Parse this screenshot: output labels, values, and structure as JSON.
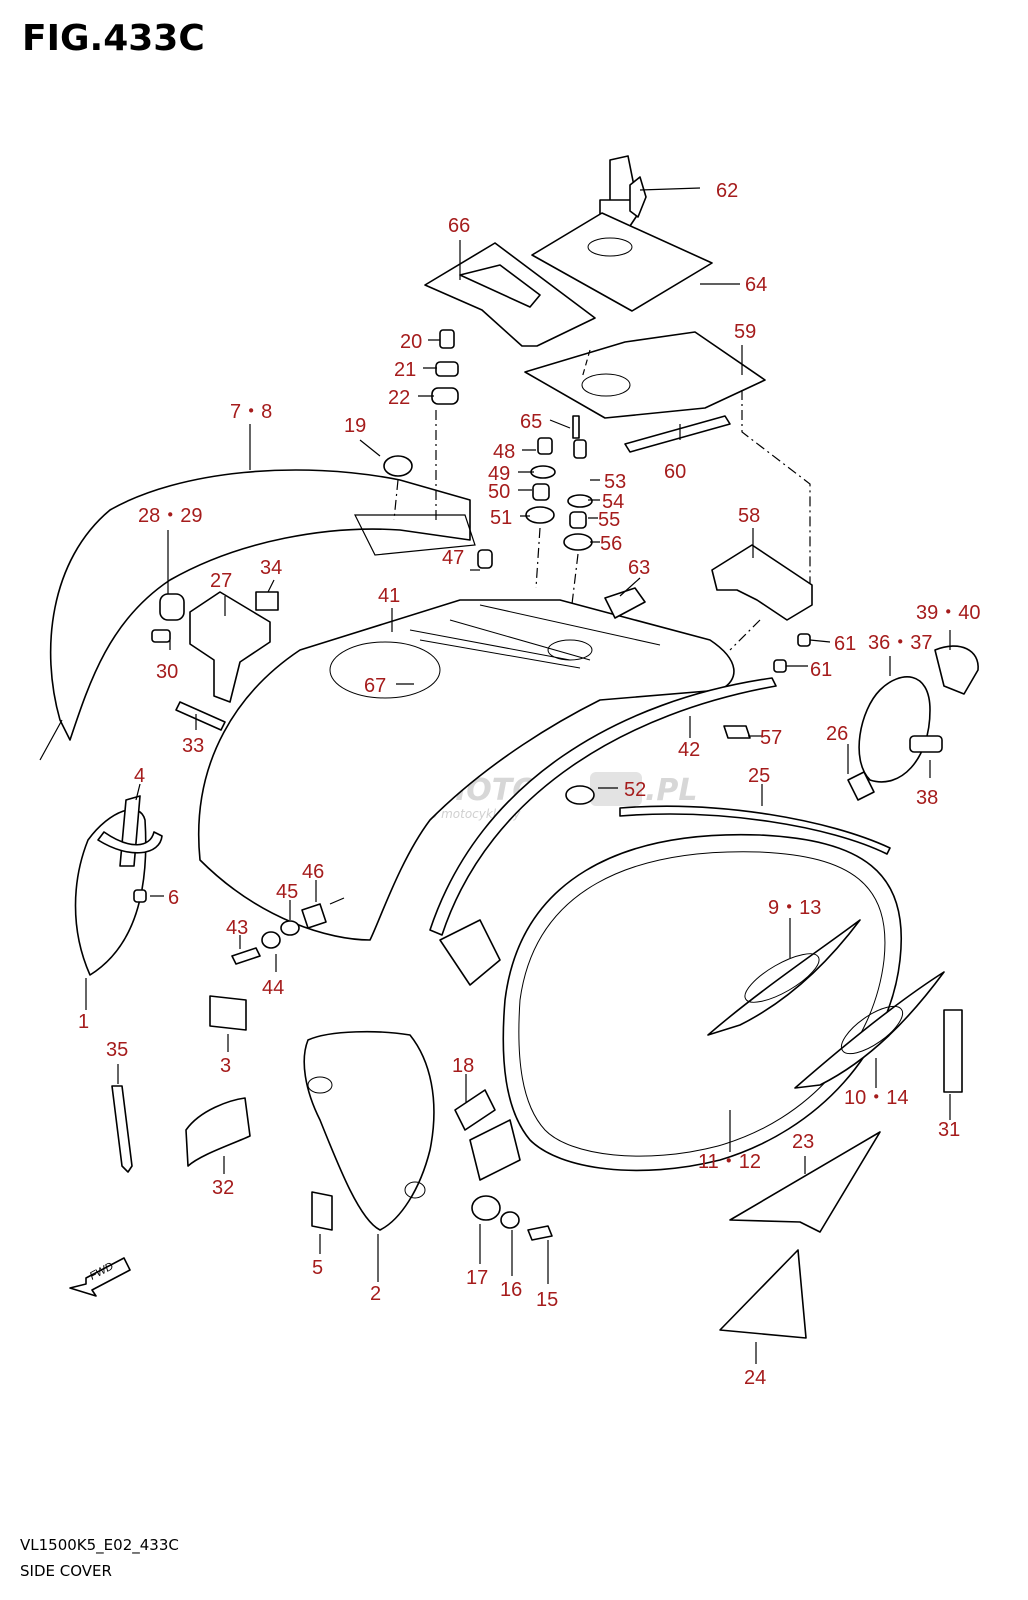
{
  "figure": {
    "title": "FIG.433C",
    "model_code": "VL1500K5_E02_433C",
    "caption": "SIDE COVER"
  },
  "watermark": {
    "brand_left": "SKLEPMOTO",
    "brand_right": ".PL",
    "tagline": "internetowy sklep motocyklowy"
  },
  "fwd_arrow_label": "FWD",
  "label_color": "#a51c1c",
  "callouts": {
    "c62": "62",
    "c66": "66",
    "c64": "64",
    "c59": "59",
    "c20": "20",
    "c21": "21",
    "c22": "22",
    "c7_8": "7・8",
    "c19": "19",
    "c65": "65",
    "c48": "48",
    "c49": "49",
    "c50": "50",
    "c51": "51",
    "c53": "53",
    "c54": "54",
    "c55": "55",
    "c56": "56",
    "c60": "60",
    "c58": "58",
    "c28_29": "28・29",
    "c27": "27",
    "c34": "34",
    "c47": "47",
    "c41": "41",
    "c63": "63",
    "c39_40": "39・40",
    "c36_37": "36・37",
    "c61a": "61",
    "c61b": "61",
    "c30": "30",
    "c67": "67",
    "c33": "33",
    "c42": "42",
    "c57": "57",
    "c26": "26",
    "c38": "38",
    "c4": "4",
    "c25": "25",
    "c52": "52",
    "c6": "6",
    "c46": "46",
    "c45": "45",
    "c43": "43",
    "c9_13": "9・13",
    "c44": "44",
    "c1": "1",
    "c3": "3",
    "c35": "35",
    "c18": "18",
    "c10_14": "10・14",
    "c31": "31",
    "c11_12": "11・12",
    "c23": "23",
    "c32": "32",
    "c5": "5",
    "c2": "2",
    "c17": "17",
    "c16": "16",
    "c15": "15",
    "c24": "24"
  }
}
